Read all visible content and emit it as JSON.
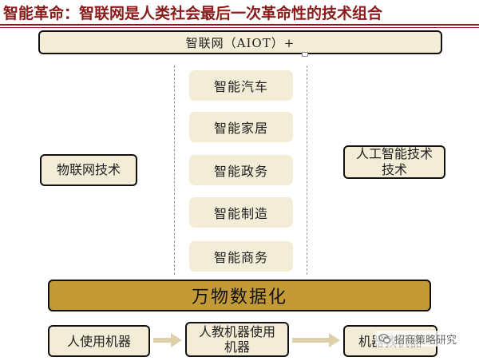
{
  "header": {
    "title": "智能革命：智联网是人类社会最后一次革命性的技术组合"
  },
  "diagram": {
    "top_bar": "智联网（AIOT）+",
    "applications": [
      "智能汽车",
      "智能家居",
      "智能政务",
      "智能制造",
      "智能商务"
    ],
    "left_pillar": "物联网技术",
    "right_pillar": "人工智能技术技术",
    "bottom_bar": "万物数据化",
    "stages": [
      "人使用机器",
      "人教机器使用机器",
      "机器教机器"
    ],
    "watermark": "招商策略研究"
  },
  "colors": {
    "title": "#8b1a1a",
    "box_fill": "#f3ecd6",
    "bottom_bar_fill": "#c49a36",
    "arrow": "#ddd0aa"
  },
  "icons": [
    "wechat-icon"
  ]
}
